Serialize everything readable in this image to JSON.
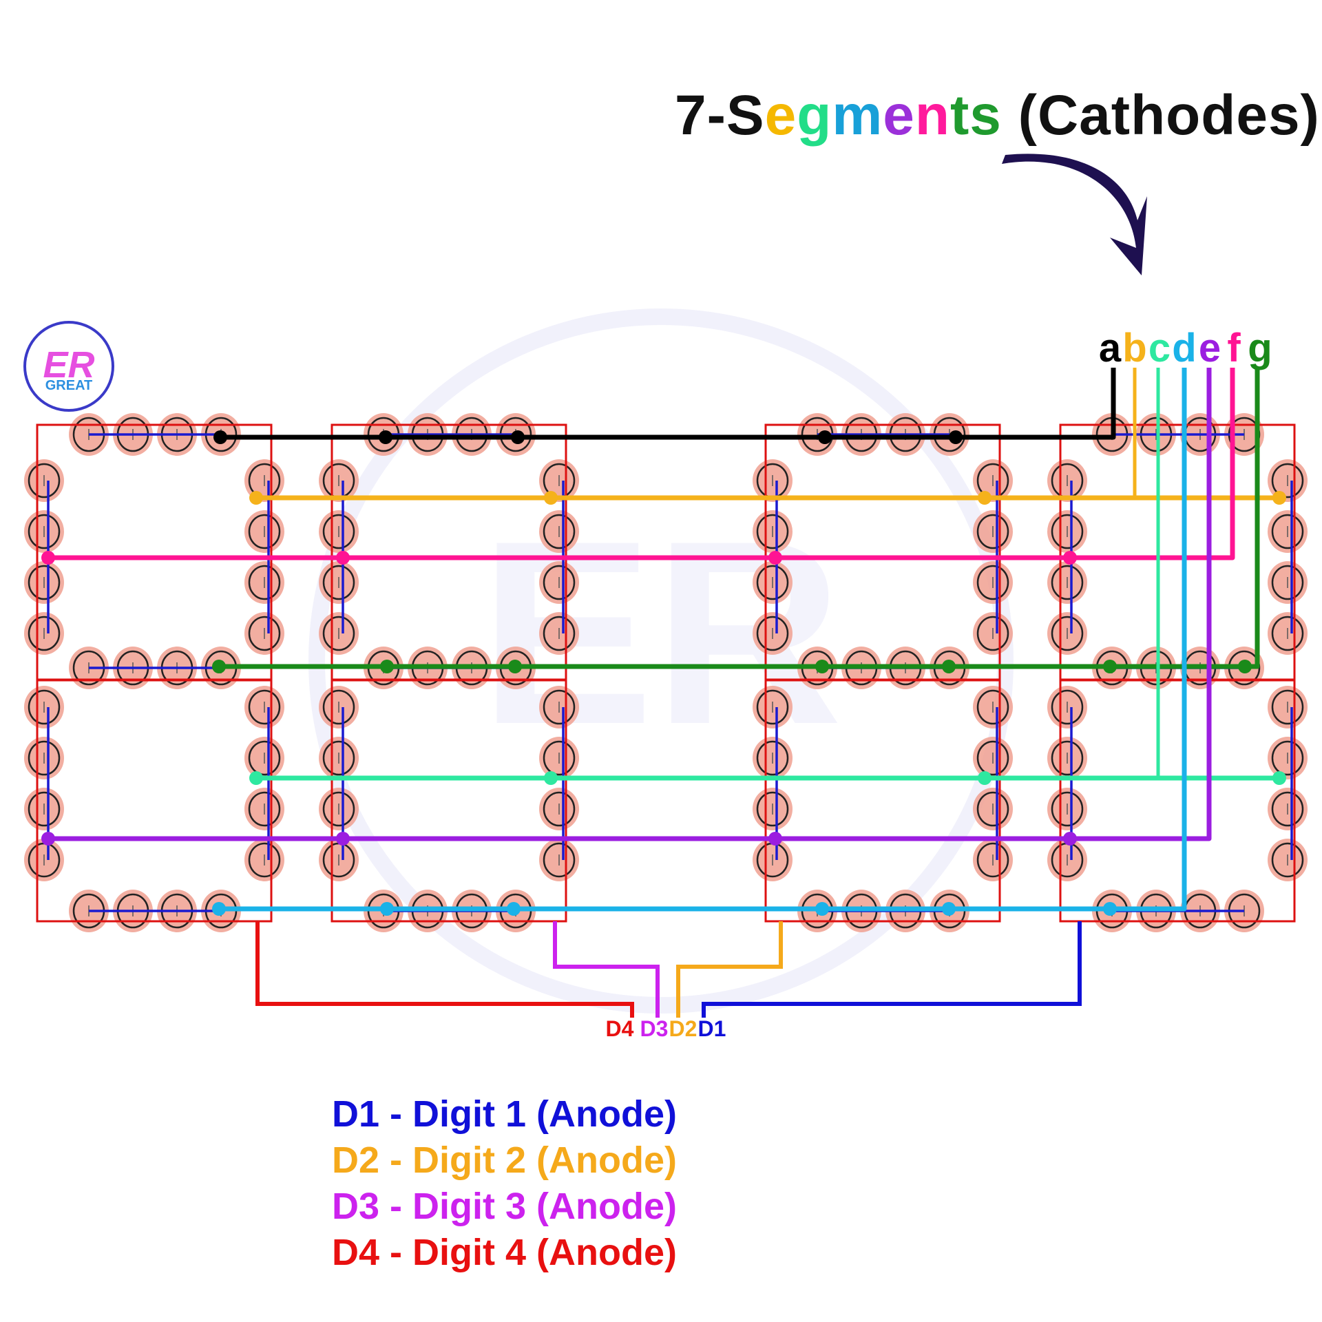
{
  "title": {
    "parts": [
      {
        "text": "7-S",
        "color": "#111111"
      },
      {
        "text": "e",
        "color": "#f5b800"
      },
      {
        "text": "g",
        "color": "#22dd88"
      },
      {
        "text": "m",
        "color": "#18a0d8"
      },
      {
        "text": "e",
        "color": "#9b30d9"
      },
      {
        "text": "n",
        "color": "#ff1a9c"
      },
      {
        "text": "t",
        "color": "#1f9a2e"
      },
      {
        "text": "s",
        "color": "#1f9a2e"
      },
      {
        "text": " (Cathodes)",
        "color": "#111111"
      }
    ]
  },
  "logo": {
    "main": "ER",
    "sub": "GREAT"
  },
  "segments": [
    {
      "label": "a",
      "color": "#000000"
    },
    {
      "label": "b",
      "color": "#f5b21b"
    },
    {
      "label": "c",
      "color": "#2ee8a0"
    },
    {
      "label": "d",
      "color": "#1ab2e8"
    },
    {
      "label": "e",
      "color": "#9b1ee0"
    },
    {
      "label": "f",
      "color": "#ff1493"
    },
    {
      "label": "g",
      "color": "#1a8a1a"
    }
  ],
  "digit_pins": [
    {
      "label": "D4",
      "color": "#e81010"
    },
    {
      "label": "D3",
      "color": "#cc22ee"
    },
    {
      "label": "D2",
      "color": "#f5a91b"
    },
    {
      "label": "D1",
      "color": "#1010d8"
    }
  ],
  "legend": [
    {
      "text": "D1 - Digit 1 (Anode)",
      "color": "#1010d8"
    },
    {
      "text": "D2 - Digit 2 (Anode)",
      "color": "#f5a91b"
    },
    {
      "text": "D3 - Digit 3 (Anode)",
      "color": "#cc22ee"
    },
    {
      "text": "D4 - Digit 4 (Anode)",
      "color": "#e81010"
    }
  ],
  "colors": {
    "led_fill": "#f0a090",
    "led_ring": "#222222",
    "frame": "#dd1111",
    "inner_wire": "#1a1ad0",
    "arrow": "#1e1050",
    "watermark": "#f1f1fb"
  }
}
